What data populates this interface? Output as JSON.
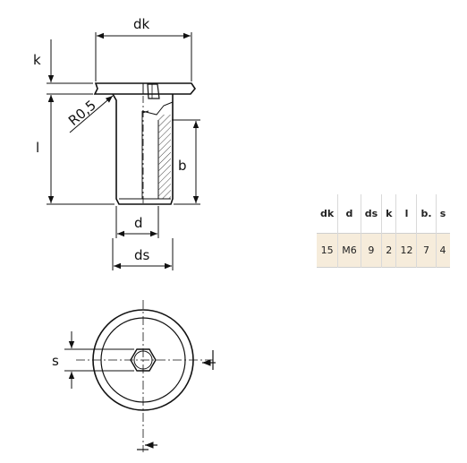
{
  "drawing": {
    "labels": {
      "dk": "dk",
      "k": "k",
      "l": "l",
      "r": "R0,5",
      "b": "b",
      "d": "d",
      "ds": "ds",
      "s": "s"
    }
  },
  "spec_table": {
    "headers": [
      "dk",
      "d",
      "ds",
      "k",
      "l",
      "b.",
      "s"
    ],
    "values": [
      "15",
      "M6",
      "9",
      "2",
      "12",
      "7",
      "4"
    ]
  }
}
